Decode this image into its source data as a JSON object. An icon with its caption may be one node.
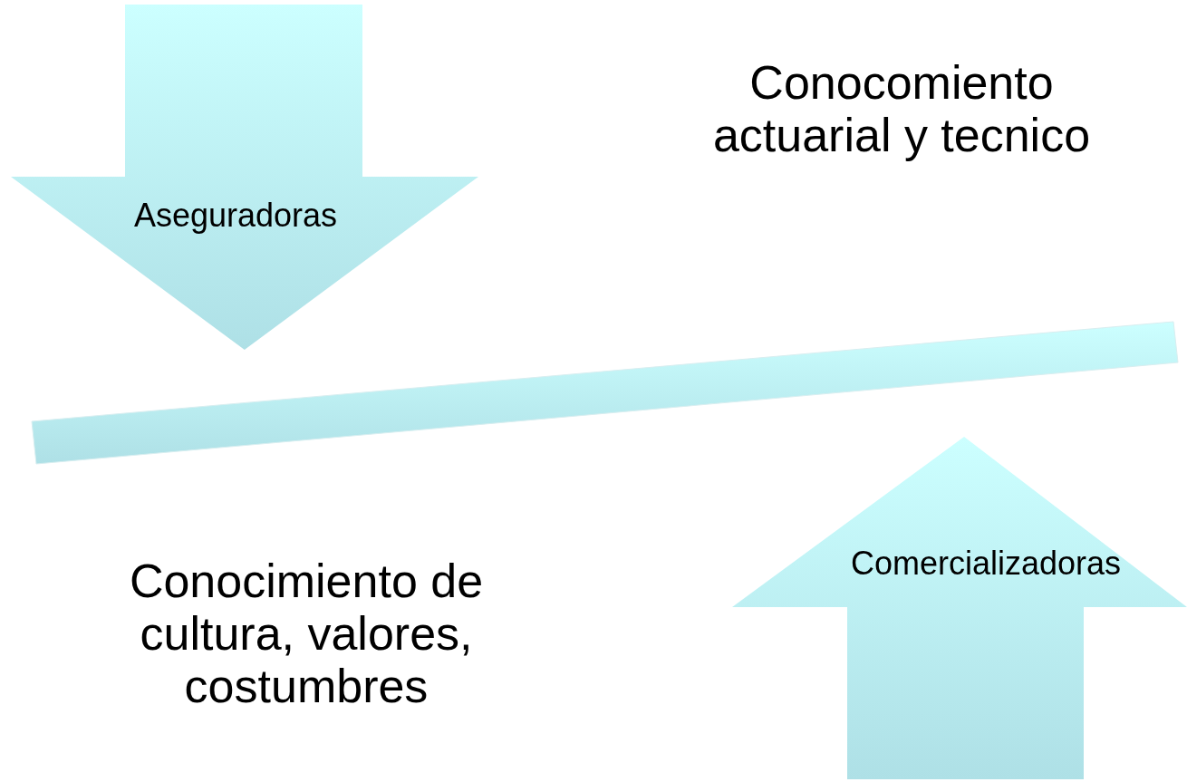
{
  "diagram": {
    "nodes": [
      {
        "text": [
          "Aseguradoras"
        ]
      },
      {
        "text": [],
        "shape": "bar"
      },
      {
        "text": [
          "Comercializadoras"
        ]
      }
    ],
    "labels": [
      "Conocomiento actuarial y tecnico",
      "Conocimiento de cultura, valores, costumbres"
    ]
  }
}
